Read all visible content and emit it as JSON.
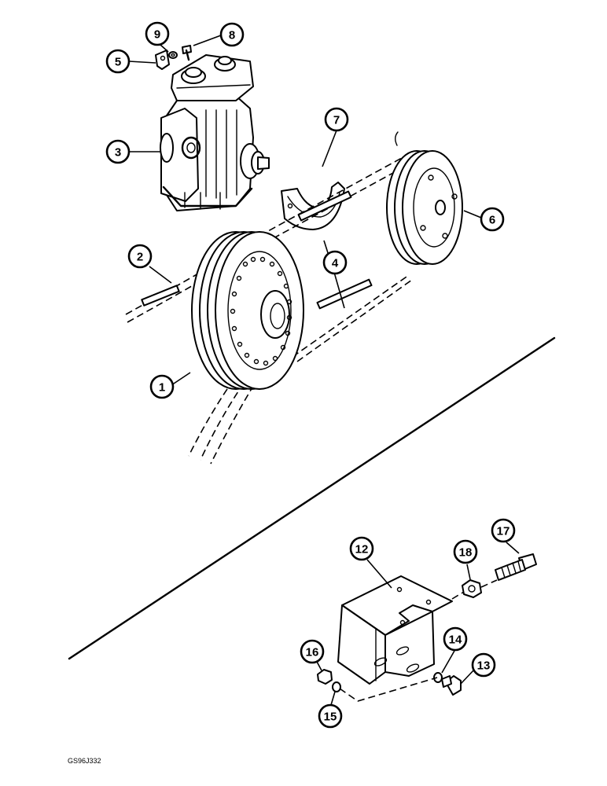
{
  "callouts": {
    "c1": "1",
    "c2": "2",
    "c3": "3",
    "c4": "4",
    "c5": "5",
    "c6": "6",
    "c7": "7",
    "c8": "8",
    "c9": "9",
    "c12": "12",
    "c13": "13",
    "c14": "14",
    "c15": "15",
    "c16": "16",
    "c17": "17",
    "c18": "18"
  },
  "figure_code": "GS96J332",
  "colors": {
    "ink": "#000000",
    "paper": "#ffffff"
  }
}
